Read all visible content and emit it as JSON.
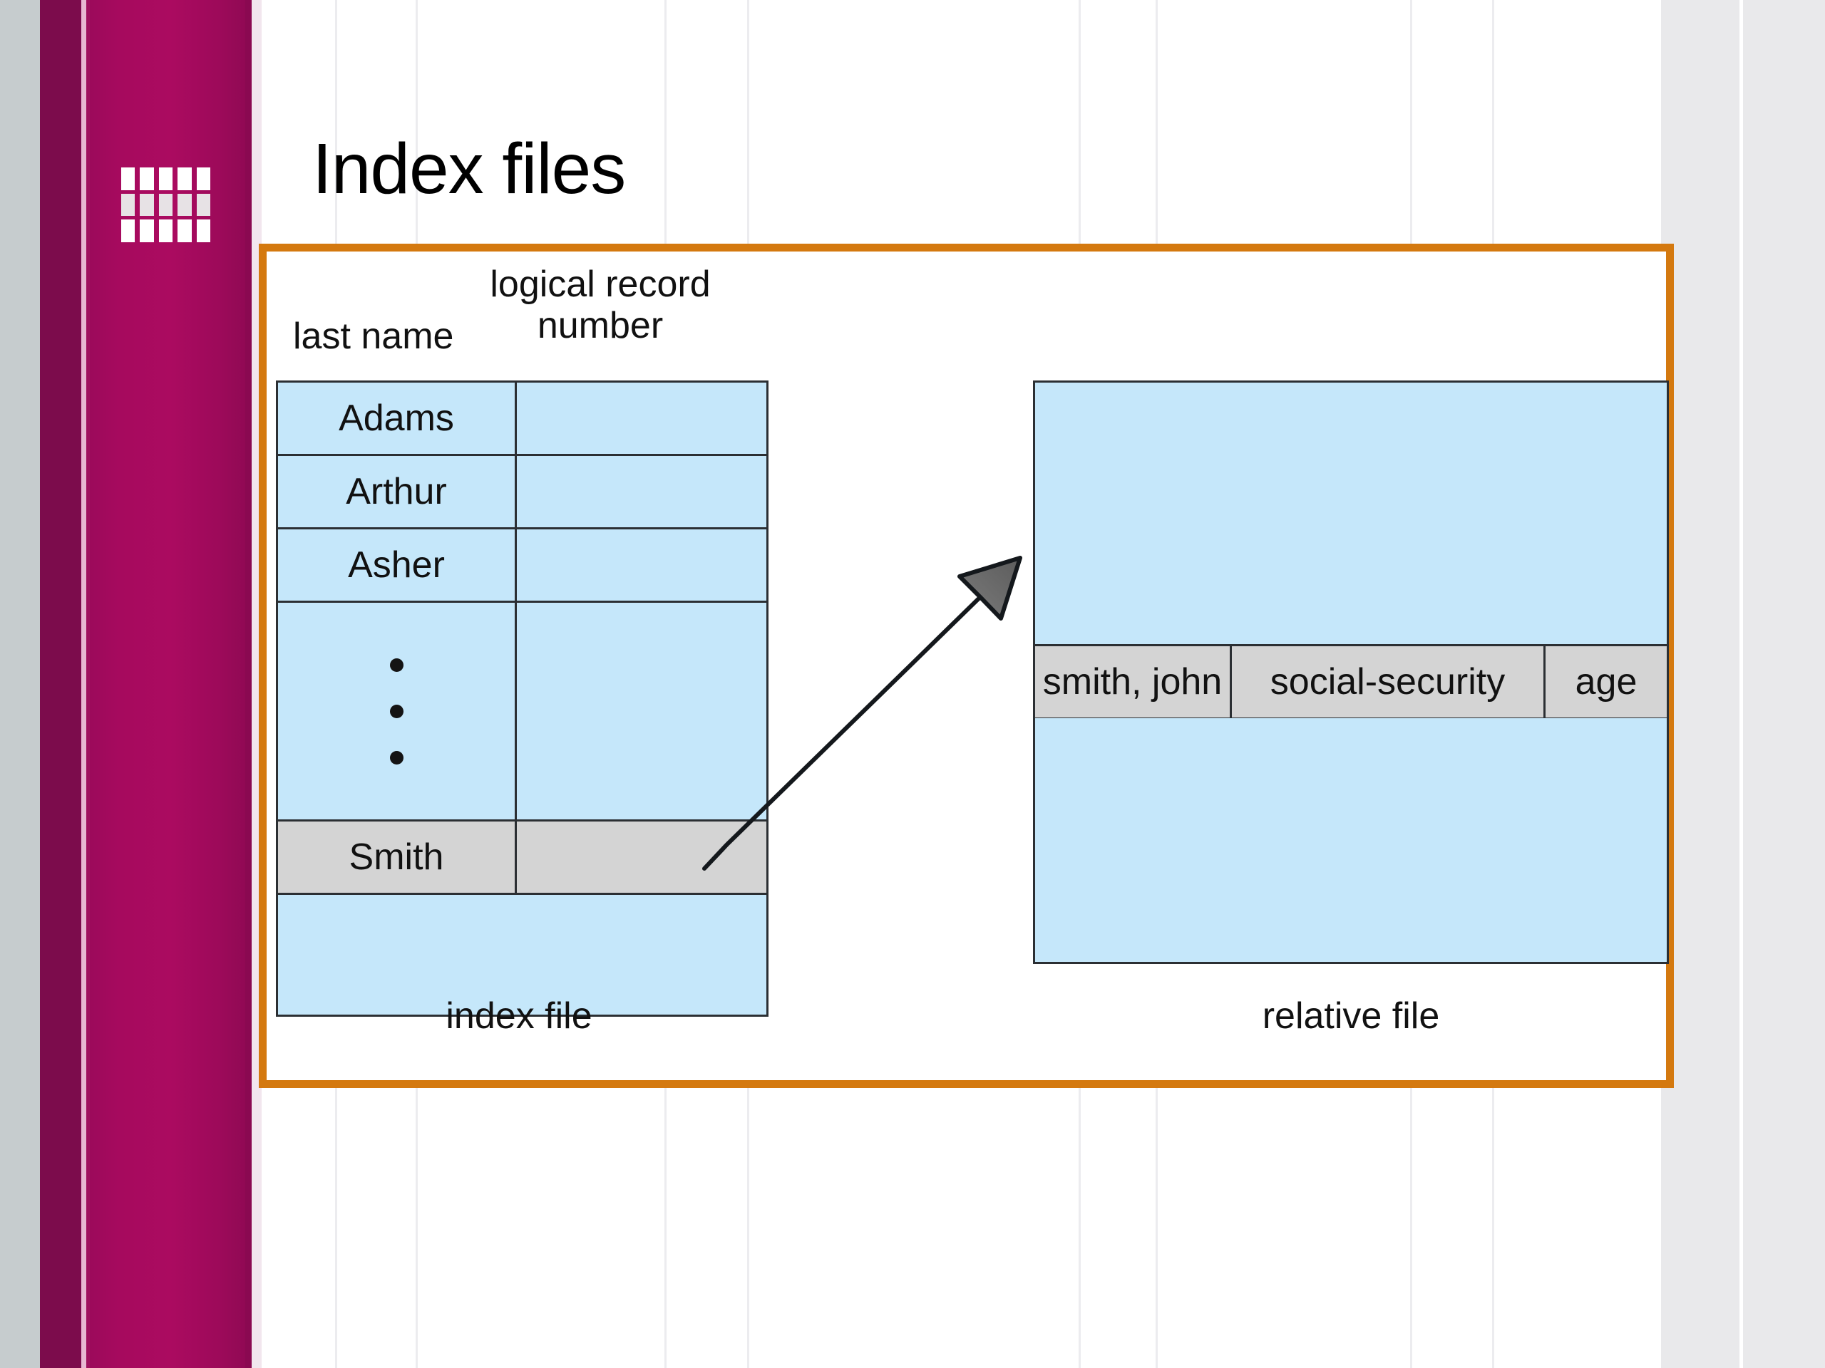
{
  "slide": {
    "title": "Index files",
    "accent_orange": "#d4790f",
    "sidebar_magenta": "#a60a5e",
    "cell_blue": "#c5e7fa",
    "highlight_gray": "#d4d4d4",
    "line_color": "#2b2f33"
  },
  "sidebar": {
    "logo_name": "grid-logo"
  },
  "figure": {
    "headers": {
      "last_name": "last name",
      "logical_record_line1": "logical record",
      "logical_record_line2": "number"
    },
    "index_file": {
      "caption": "index file",
      "rows": [
        {
          "name": "Adams",
          "number": "",
          "type": "entry",
          "selected": false
        },
        {
          "name": "Arthur",
          "number": "",
          "type": "entry",
          "selected": false
        },
        {
          "name": "Asher",
          "number": "",
          "type": "entry",
          "selected": false
        },
        {
          "name": "",
          "number": "",
          "type": "ellipsis",
          "selected": false
        },
        {
          "name": "Smith",
          "number": "",
          "type": "entry",
          "selected": true
        },
        {
          "name": "",
          "number": "",
          "type": "tail",
          "selected": false
        }
      ],
      "ellipsis_dot_count": 3
    },
    "relative_file": {
      "caption": "relative file",
      "record": {
        "fields": [
          {
            "label": "smith, john"
          },
          {
            "label": "social-security"
          },
          {
            "label": "age"
          }
        ]
      }
    },
    "arrow": {
      "name": "pointer-arrow",
      "from": "Smith index entry",
      "to": "smith, john record"
    }
  }
}
